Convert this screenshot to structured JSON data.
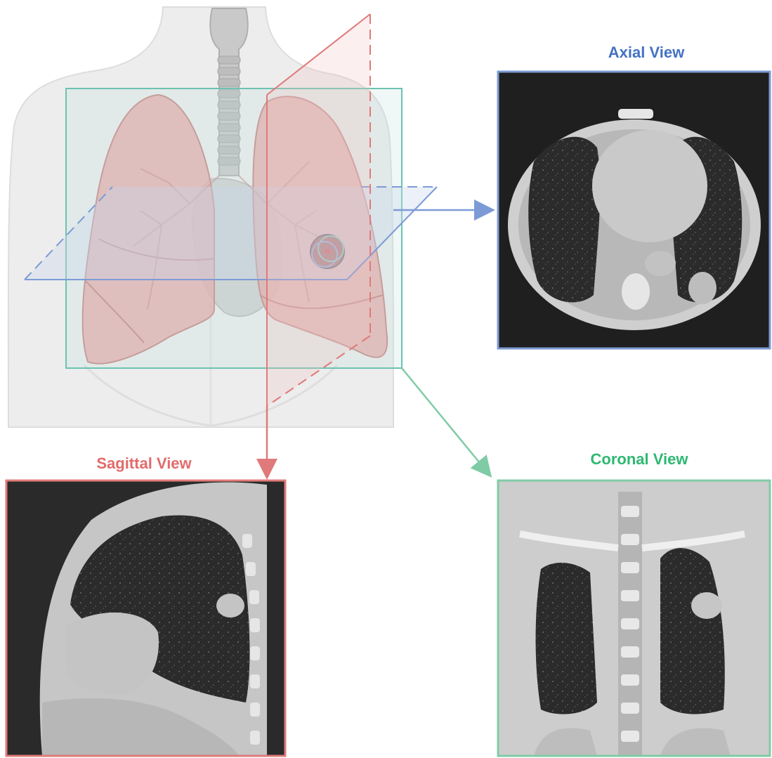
{
  "views": {
    "axial": {
      "title": "Axial View",
      "color": "#4472C4"
    },
    "sagittal": {
      "title": "Sagittal View",
      "color": "#E26B6B"
    },
    "coronal": {
      "title": "Coronal View",
      "color": "#2EB872"
    }
  },
  "colors": {
    "axial_plane": "#7C9BD6",
    "sagittal_plane": "#E07A7A",
    "coronal_plane": "#6CC3B0",
    "lung": "#E8A8A8",
    "body": "#EDEDED"
  },
  "icons": [
    "torso-illustration",
    "lungs-illustration",
    "trachea-illustration",
    "heart-illustration",
    "tumor-marker"
  ]
}
